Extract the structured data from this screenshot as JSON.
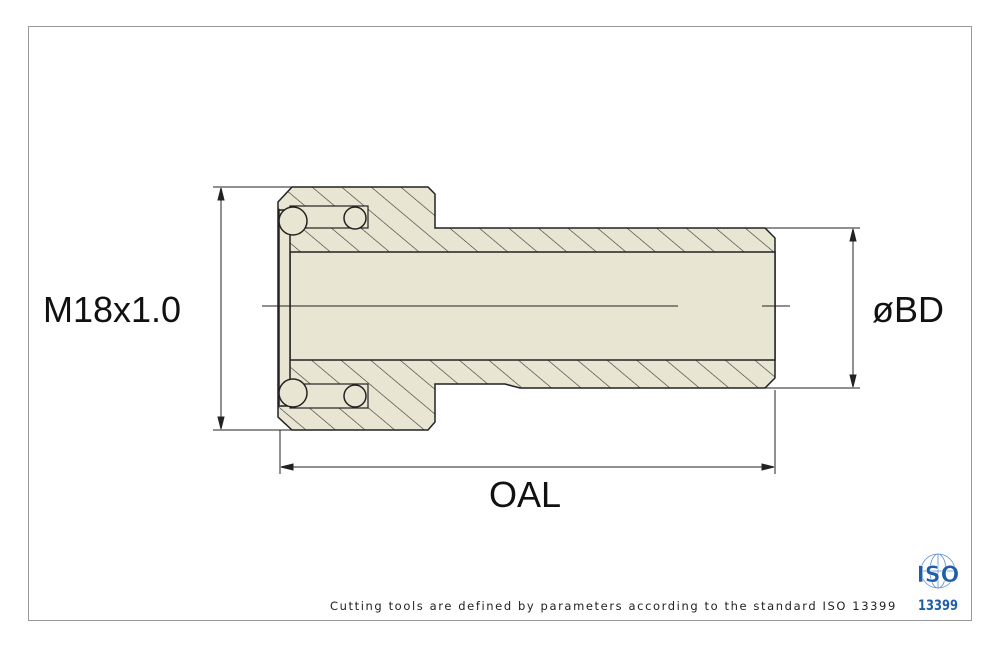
{
  "drawing": {
    "thread_label": "M18x1.0",
    "bore_label": "øBD",
    "length_label": "OAL"
  },
  "footer": {
    "note": "Cutting tools are defined by parameters according to the standard ISO 13399"
  },
  "logo": {
    "top": "ISO",
    "bottom": "13399"
  },
  "colors": {
    "part_fill": "#e9e5d3",
    "line": "#222222",
    "logo_blue": "#1f5fa8",
    "frame": "#999999"
  }
}
